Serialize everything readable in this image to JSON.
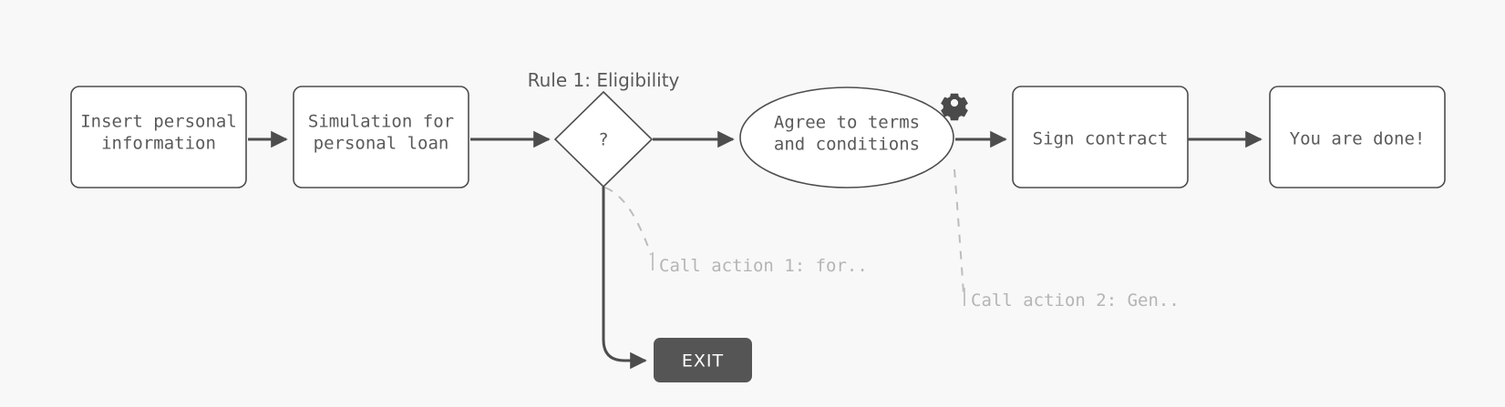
{
  "diagram": {
    "type": "flowchart",
    "background_color": "#f8f8f8",
    "stroke_color": "#4d4d4d",
    "text_color": "#5a5a5a",
    "muted_text_color": "#b5b5b5",
    "exit_fill_color": "#555555",
    "gear_color": "#4a4a4a",
    "nodes": {
      "insert_info": {
        "shape": "rounded-rect",
        "line1": "Insert personal",
        "line2": "information"
      },
      "simulation": {
        "shape": "rounded-rect",
        "line1": "Simulation for",
        "line2": "personal loan"
      },
      "decision": {
        "shape": "diamond",
        "label": "?",
        "title": "Rule 1: Eligibility"
      },
      "agree_terms": {
        "shape": "ellipse",
        "line1": "Agree to terms",
        "line2": "and conditions"
      },
      "sign_contract": {
        "shape": "rounded-rect",
        "line1": "Sign contract",
        "line2": ""
      },
      "you_are_done": {
        "shape": "rounded-rect",
        "line1": "You are done!",
        "line2": ""
      },
      "exit": {
        "shape": "rounded-rect-filled",
        "label": "EXIT"
      }
    },
    "annotations": [
      {
        "id": "call-action-1",
        "text": "Call action 1: for.."
      },
      {
        "id": "call-action-2",
        "text": "Call action 2: Gen.."
      }
    ],
    "icons": [
      {
        "id": "settings-gear",
        "name": "gear-icon"
      }
    ]
  }
}
